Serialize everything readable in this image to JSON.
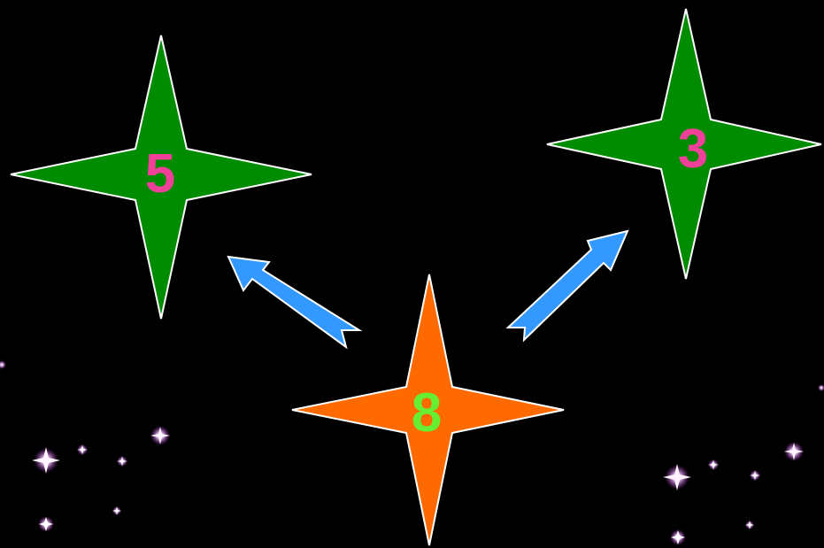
{
  "colors": {
    "background": "#000000",
    "star_green": "#008c00",
    "star_orange": "#ff6a00",
    "star_outline": "#ffffff",
    "number_pink": "#f0409a",
    "number_lime": "#66ee33",
    "arrow_blue": "#3399ff",
    "sparkle": "#f6d8ff"
  },
  "stars": {
    "left": {
      "label": "5",
      "color_role": "green"
    },
    "right": {
      "label": "3",
      "color_role": "green"
    },
    "bottom": {
      "label": "8",
      "color_role": "orange"
    }
  },
  "arrows": [
    {
      "from": "bottom",
      "to": "left",
      "icon": "arrow-icon"
    },
    {
      "from": "bottom",
      "to": "right",
      "icon": "arrow-icon"
    }
  ]
}
